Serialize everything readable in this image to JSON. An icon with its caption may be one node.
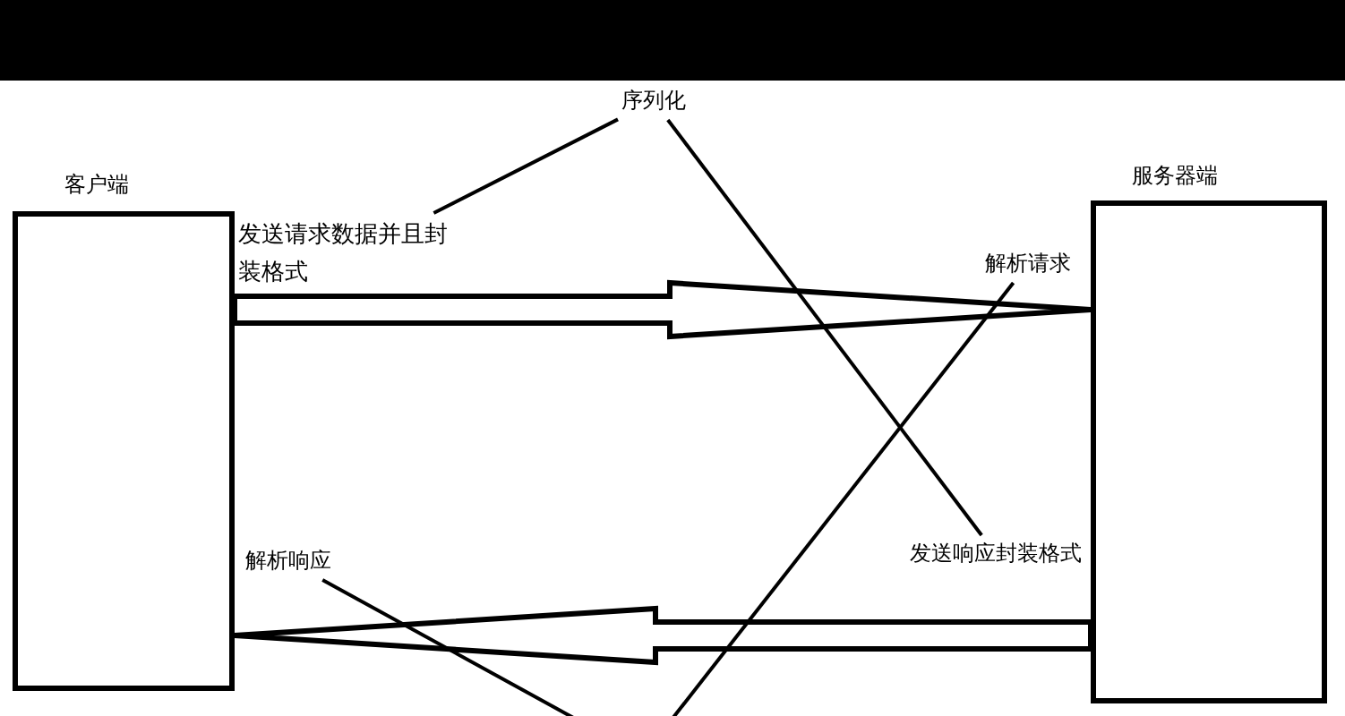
{
  "diagram": {
    "nodes": [
      {
        "text": [
          "客户端"
        ]
      },
      {
        "text": [
          "服务器端"
        ]
      },
      {
        "text": [
          "序列化"
        ]
      },
      {
        "text": [
          "发送请求数据并且封装格式"
        ]
      },
      {
        "text": [
          "解析请求"
        ]
      },
      {
        "text": [
          "解析响应"
        ]
      },
      {
        "text": [
          "发送响应封装格式"
        ]
      }
    ],
    "edges": [
      {
        "from": 0,
        "to": 1,
        "arrow": "to",
        "style": "thick"
      },
      {
        "from": 1,
        "to": 0,
        "arrow": "to",
        "style": "thick"
      },
      {
        "from": 2,
        "to": 3,
        "arrow": "none"
      },
      {
        "from": 2,
        "to": 6,
        "arrow": "none"
      },
      {
        "from": 4,
        "to": null,
        "arrow": "none"
      },
      {
        "from": 5,
        "to": null,
        "arrow": "none"
      }
    ]
  }
}
